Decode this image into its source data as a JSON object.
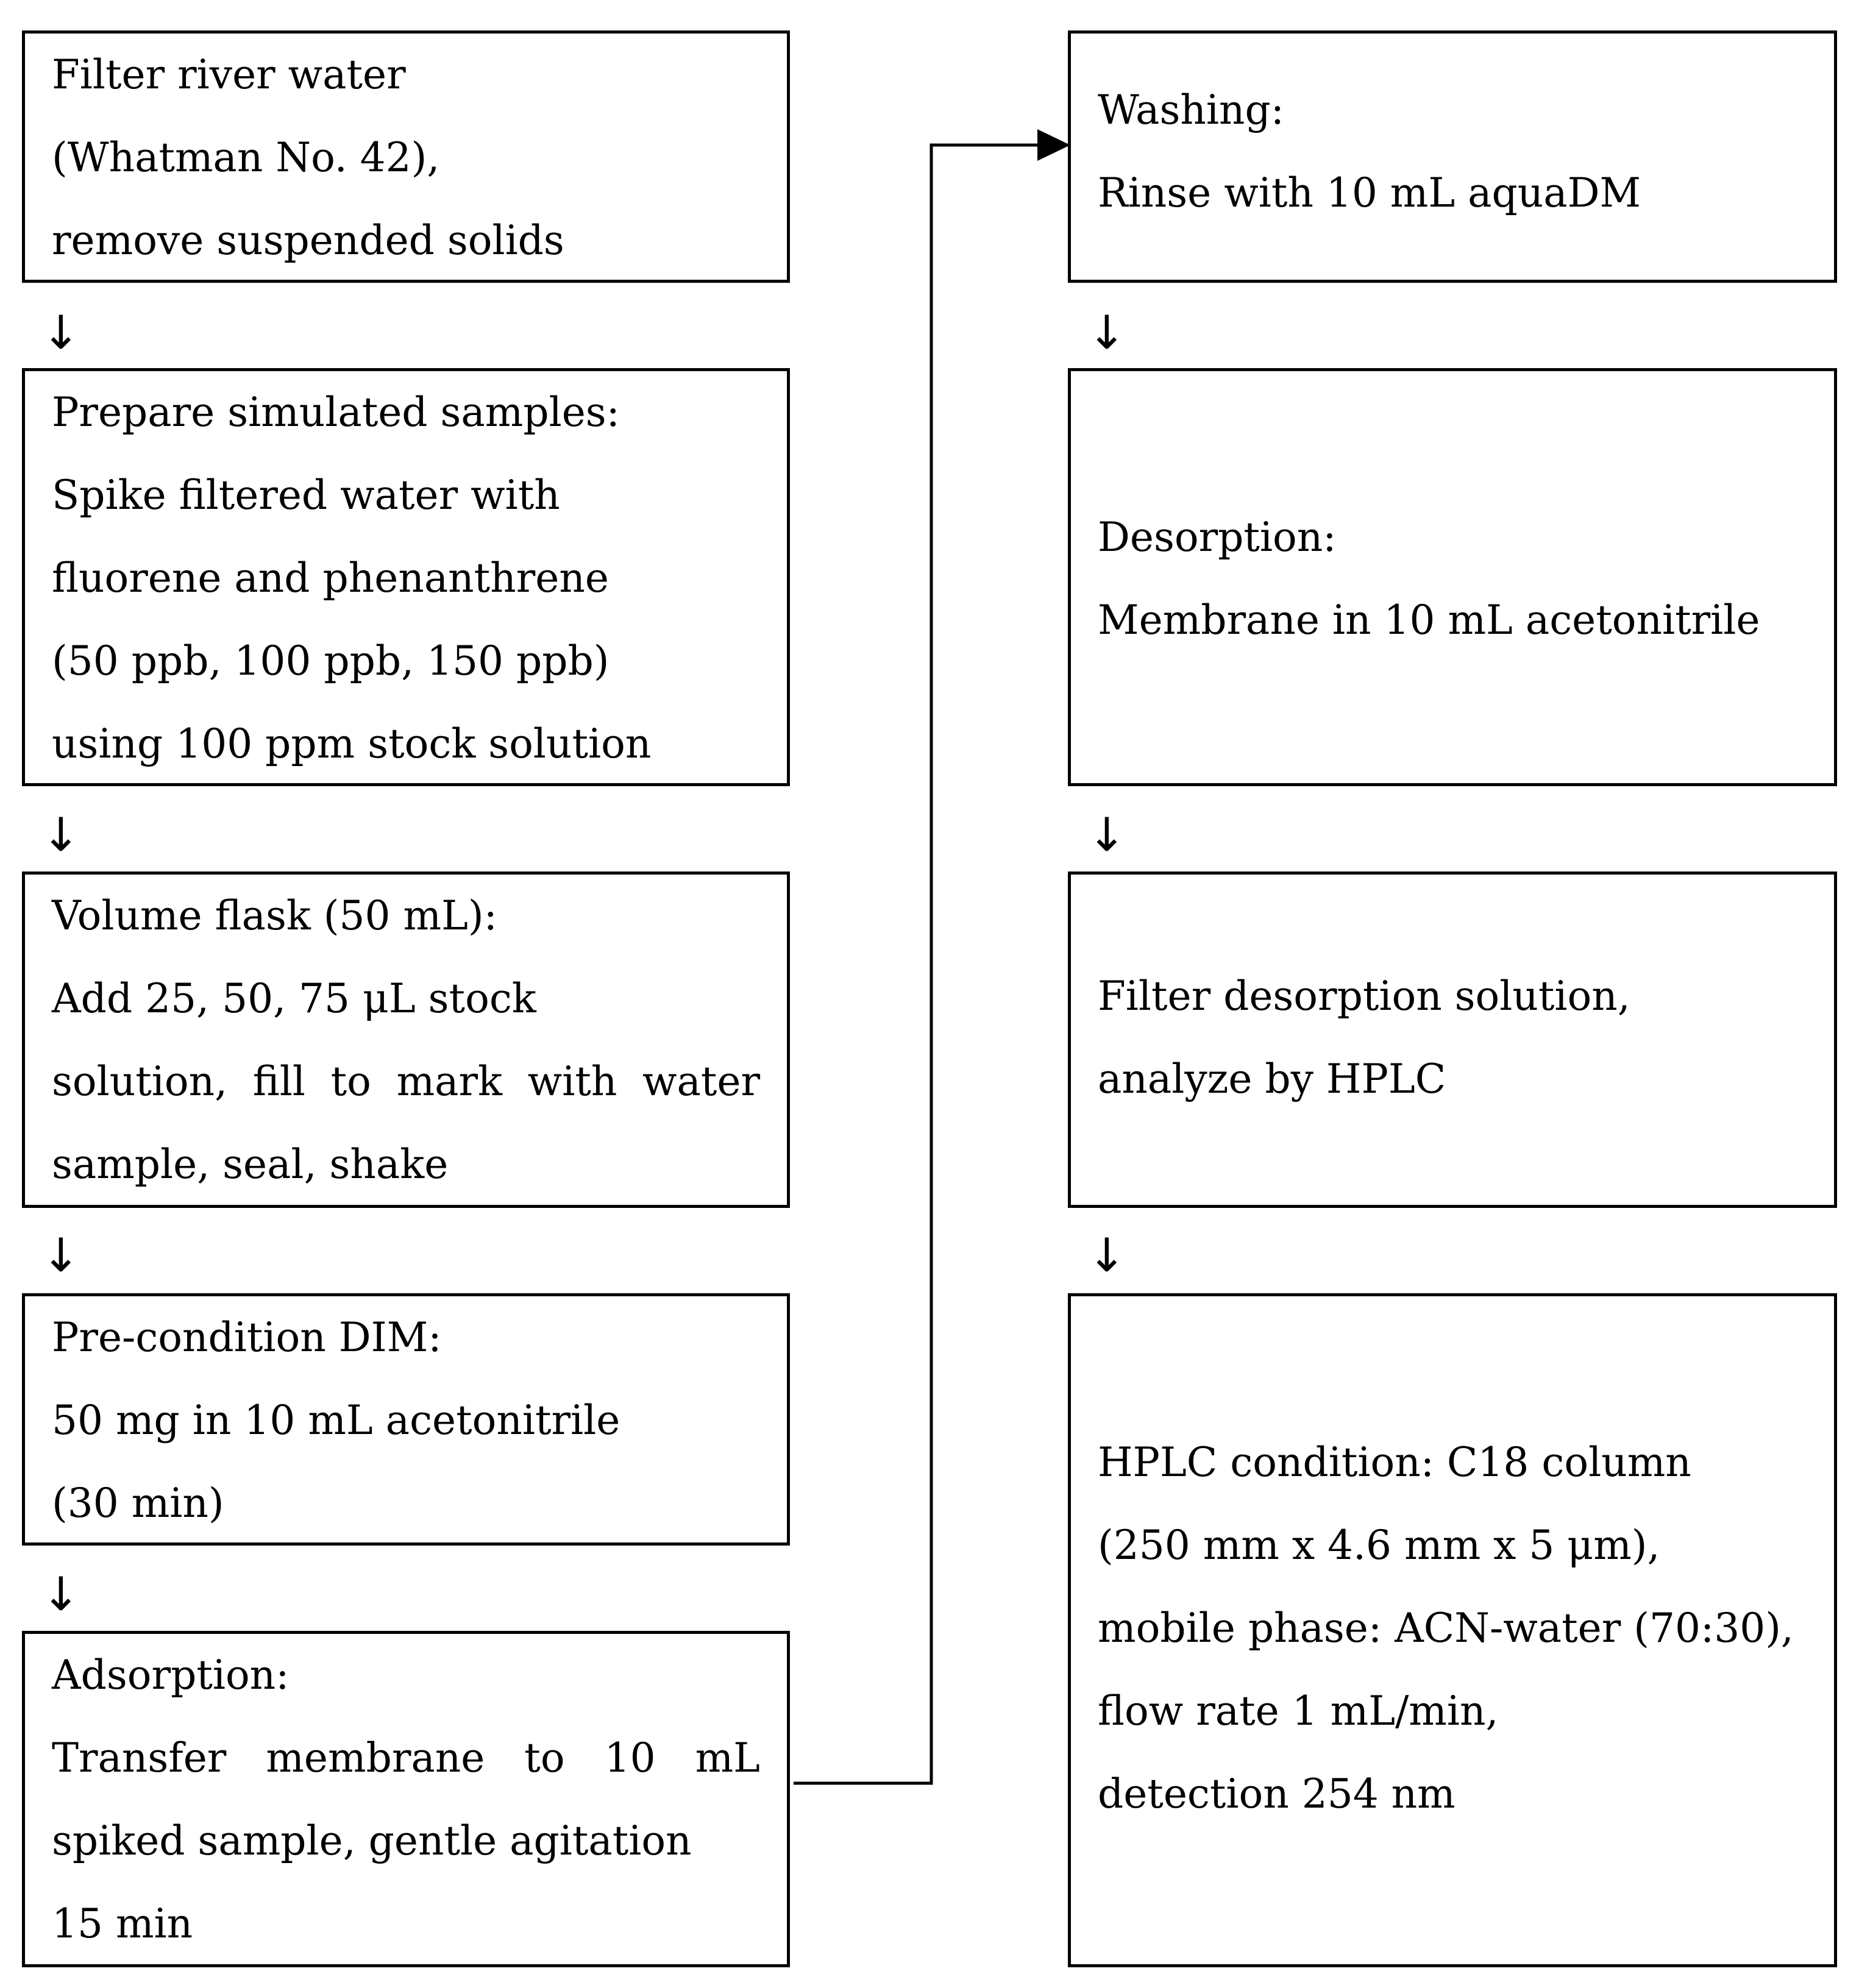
{
  "arrow_glyph": "↓",
  "steps": {
    "filter": {
      "lines": [
        "Filter river water",
        "(Whatman No. 42),",
        "remove suspended solids"
      ]
    },
    "prepare": {
      "lines": [
        "Prepare simulated samples:",
        "Spike filtered water with",
        "fluorene and phenanthrene",
        "(50 ppb, 100 ppb, 150 ppb)",
        "using 100 ppm stock solution"
      ]
    },
    "volume": {
      "lines": [
        "Volume flask (50 mL):",
        "Add 25, 50, 75 μL stock",
        "solution, fill to mark with water",
        "sample, seal, shake"
      ]
    },
    "precondition": {
      "lines": [
        "Pre-condition DIM:",
        "50 mg in 10 mL acetonitrile",
        "(30 min)"
      ]
    },
    "adsorption": {
      "lines": [
        "Adsorption:",
        "Transfer membrane to 10 mL",
        "spiked sample, gentle agitation",
        "15 min"
      ]
    },
    "washing": {
      "lines": [
        "Washing:",
        "Rinse with 10 mL aquaDM"
      ]
    },
    "desorption": {
      "lines": [
        "Desorption:",
        "Membrane in 10 mL acetonitrile"
      ]
    },
    "analyze": {
      "lines": [
        "Filter desorption solution,",
        "analyze by HPLC"
      ]
    },
    "hplc": {
      "lines": [
        "HPLC condition: C18 column",
        "(250 mm x 4.6 mm x 5 μm),",
        "mobile phase: ACN-water (70:30),",
        "flow rate 1 mL/min,",
        "detection 254 nm"
      ]
    }
  }
}
